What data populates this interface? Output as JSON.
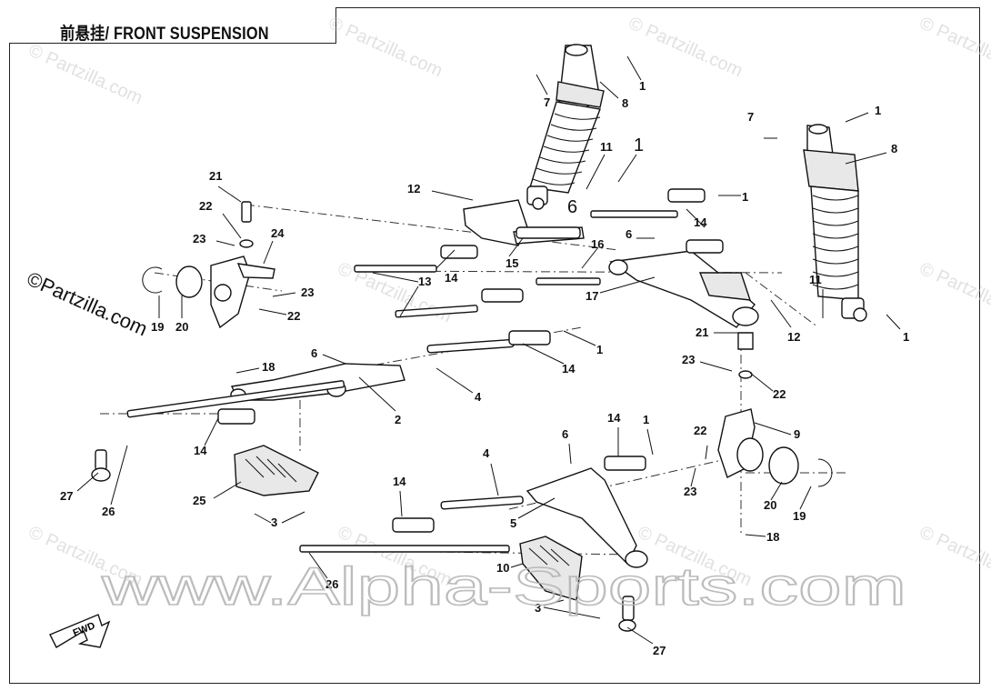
{
  "title": "前悬挂/ FRONT SUSPENSION",
  "fwd_label": "FWD",
  "watermarks": {
    "brand": "©Partzilla.com",
    "small": "© Partzilla.com",
    "large": "www.Alpha-Sports.com"
  },
  "callouts": [
    {
      "id": "c1a",
      "label": "1"
    },
    {
      "id": "c7a",
      "label": "7"
    },
    {
      "id": "c8a",
      "label": "8"
    },
    {
      "id": "c11a",
      "label": "11"
    },
    {
      "id": "c1big",
      "label": "1"
    },
    {
      "id": "c12a",
      "label": "12"
    },
    {
      "id": "c6a",
      "label": "6"
    },
    {
      "id": "c15",
      "label": "15"
    },
    {
      "id": "c16",
      "label": "16"
    },
    {
      "id": "c14a",
      "label": "14"
    },
    {
      "id": "c1b",
      "label": "1"
    },
    {
      "id": "c6b",
      "label": "6"
    },
    {
      "id": "c17",
      "label": "17"
    },
    {
      "id": "c13",
      "label": "13"
    },
    {
      "id": "c14b",
      "label": "14"
    },
    {
      "id": "c7b",
      "label": "7"
    },
    {
      "id": "c1c",
      "label": "1"
    },
    {
      "id": "c8b",
      "label": "8"
    },
    {
      "id": "c11b",
      "label": "11"
    },
    {
      "id": "c1d",
      "label": "1"
    },
    {
      "id": "c12b",
      "label": "12"
    },
    {
      "id": "c21a",
      "label": "21"
    },
    {
      "id": "c22a",
      "label": "22"
    },
    {
      "id": "c23a",
      "label": "23"
    },
    {
      "id": "c24",
      "label": "24"
    },
    {
      "id": "c23b",
      "label": "23"
    },
    {
      "id": "c22b",
      "label": "22"
    },
    {
      "id": "c19a",
      "label": "19"
    },
    {
      "id": "c20a",
      "label": "20"
    },
    {
      "id": "c6c",
      "label": "6"
    },
    {
      "id": "c18a",
      "label": "18"
    },
    {
      "id": "c2",
      "label": "2"
    },
    {
      "id": "c4a",
      "label": "4"
    },
    {
      "id": "c14c",
      "label": "14"
    },
    {
      "id": "c1e",
      "label": "1"
    },
    {
      "id": "c14d",
      "label": "14"
    },
    {
      "id": "c27a",
      "label": "27"
    },
    {
      "id": "c26a",
      "label": "26"
    },
    {
      "id": "c25",
      "label": "25"
    },
    {
      "id": "c3a",
      "label": "3"
    },
    {
      "id": "c21b",
      "label": "21"
    },
    {
      "id": "c23c",
      "label": "23"
    },
    {
      "id": "c22c",
      "label": "22"
    },
    {
      "id": "c9",
      "label": "9"
    },
    {
      "id": "c22d",
      "label": "22"
    },
    {
      "id": "c23d",
      "label": "23"
    },
    {
      "id": "c20b",
      "label": "20"
    },
    {
      "id": "c19b",
      "label": "19"
    },
    {
      "id": "c18b",
      "label": "18"
    },
    {
      "id": "c6d",
      "label": "6"
    },
    {
      "id": "c14e",
      "label": "14"
    },
    {
      "id": "c1f",
      "label": "1"
    },
    {
      "id": "c4b",
      "label": "4"
    },
    {
      "id": "c14f",
      "label": "14"
    },
    {
      "id": "c5",
      "label": "5"
    },
    {
      "id": "c26b",
      "label": "26"
    },
    {
      "id": "c10",
      "label": "10"
    },
    {
      "id": "c3b",
      "label": "3"
    },
    {
      "id": "c27b",
      "label": "27"
    }
  ]
}
